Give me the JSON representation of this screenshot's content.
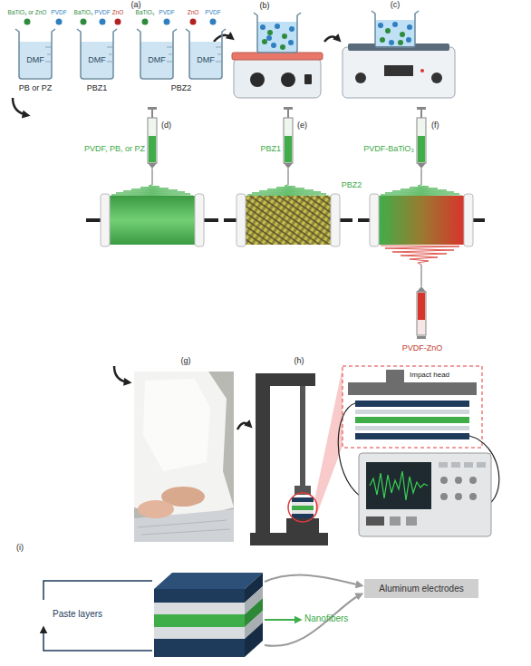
{
  "diagram": {
    "nodes": [
      {
        "text": [
          "DMF"
        ]
      },
      {
        "text": [
          "DMF"
        ]
      },
      {
        "text": [
          "DMF"
        ]
      },
      {
        "text": [
          "DMF"
        ]
      },
      {
        "text": [
          "Aluminum electrodes"
        ]
      }
    ],
    "labels": [
      "(a)",
      "BaTiO₃ or ZnO",
      "PVDF",
      "BaTiO₃",
      "PVDF",
      "ZnO",
      "BaTiO₃",
      "PVDF",
      "ZnO",
      "PVDF",
      "(b)",
      "(c)",
      "PB or PZ",
      "PBZ1",
      "PBZ2",
      "(d)",
      "(e)",
      "(f)",
      "PVDF, PB, or PZ",
      "PBZ1",
      "PVDF-BaTiO₃",
      "PBZ2",
      "PVDF-ZnO",
      "(g)",
      "(h)",
      "Impact head",
      "(i)",
      "Paste layers",
      "Nanofibers"
    ]
  }
}
